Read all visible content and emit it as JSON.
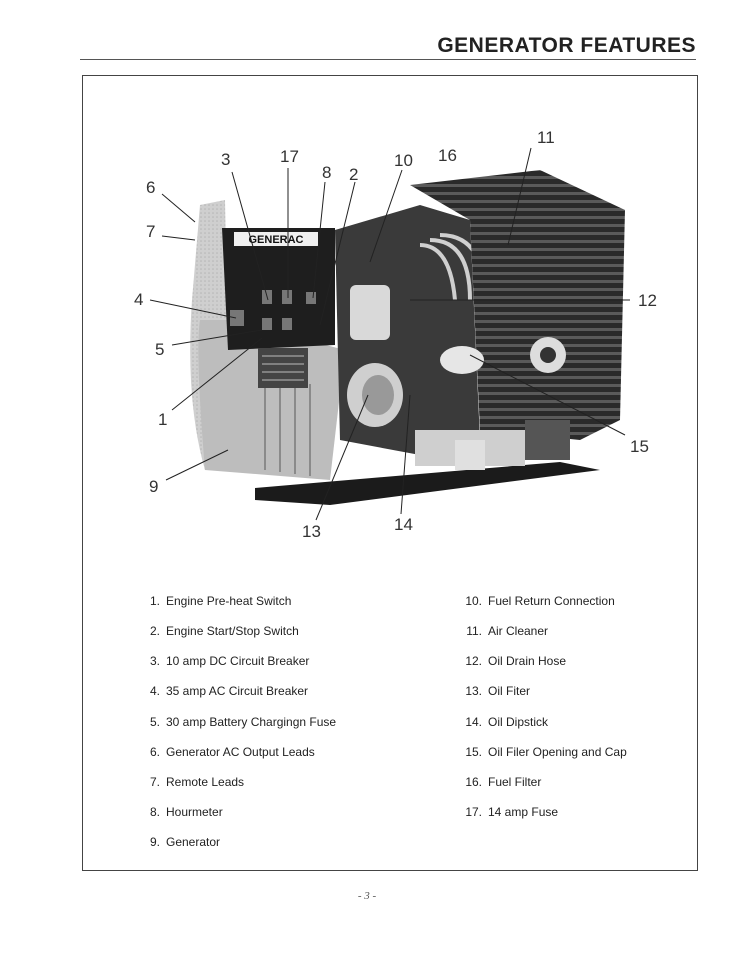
{
  "page": {
    "title": "GENERATOR FEATURES",
    "page_number": "- 3 -"
  },
  "figure": {
    "brand_plate": "GENERAC",
    "callouts": [
      "1",
      "2",
      "3",
      "4",
      "5",
      "6",
      "7",
      "8",
      "9",
      "10",
      "11",
      "12",
      "13",
      "14",
      "15",
      "16",
      "17"
    ]
  },
  "features_left": [
    {
      "num": "1.",
      "label": "Engine Pre-heat Switch"
    },
    {
      "num": "2.",
      "label": "Engine Start/Stop Switch"
    },
    {
      "num": "3.",
      "label": "10 amp DC Circuit Breaker"
    },
    {
      "num": "4.",
      "label": "35 amp AC Circuit Breaker"
    },
    {
      "num": "5.",
      "label": "30 amp Battery Chargingn Fuse"
    },
    {
      "num": "6.",
      "label": "Generator AC Output Leads"
    },
    {
      "num": "7.",
      "label": "Remote Leads"
    },
    {
      "num": "8.",
      "label": "Hourmeter"
    },
    {
      "num": "9.",
      "label": "Generator"
    }
  ],
  "features_right": [
    {
      "num": "10.",
      "label": "Fuel Return Connection"
    },
    {
      "num": "11.",
      "label": "Air Cleaner"
    },
    {
      "num": "12.",
      "label": "Oil Drain Hose"
    },
    {
      "num": "13.",
      "label": "Oil Fiter"
    },
    {
      "num": "14.",
      "label": "Oil Dipstick"
    },
    {
      "num": "15.",
      "label": "Oil Filer Opening and Cap"
    },
    {
      "num": "16.",
      "label": "Fuel Filter"
    },
    {
      "num": "17.",
      "label": "14 amp Fuse"
    }
  ]
}
